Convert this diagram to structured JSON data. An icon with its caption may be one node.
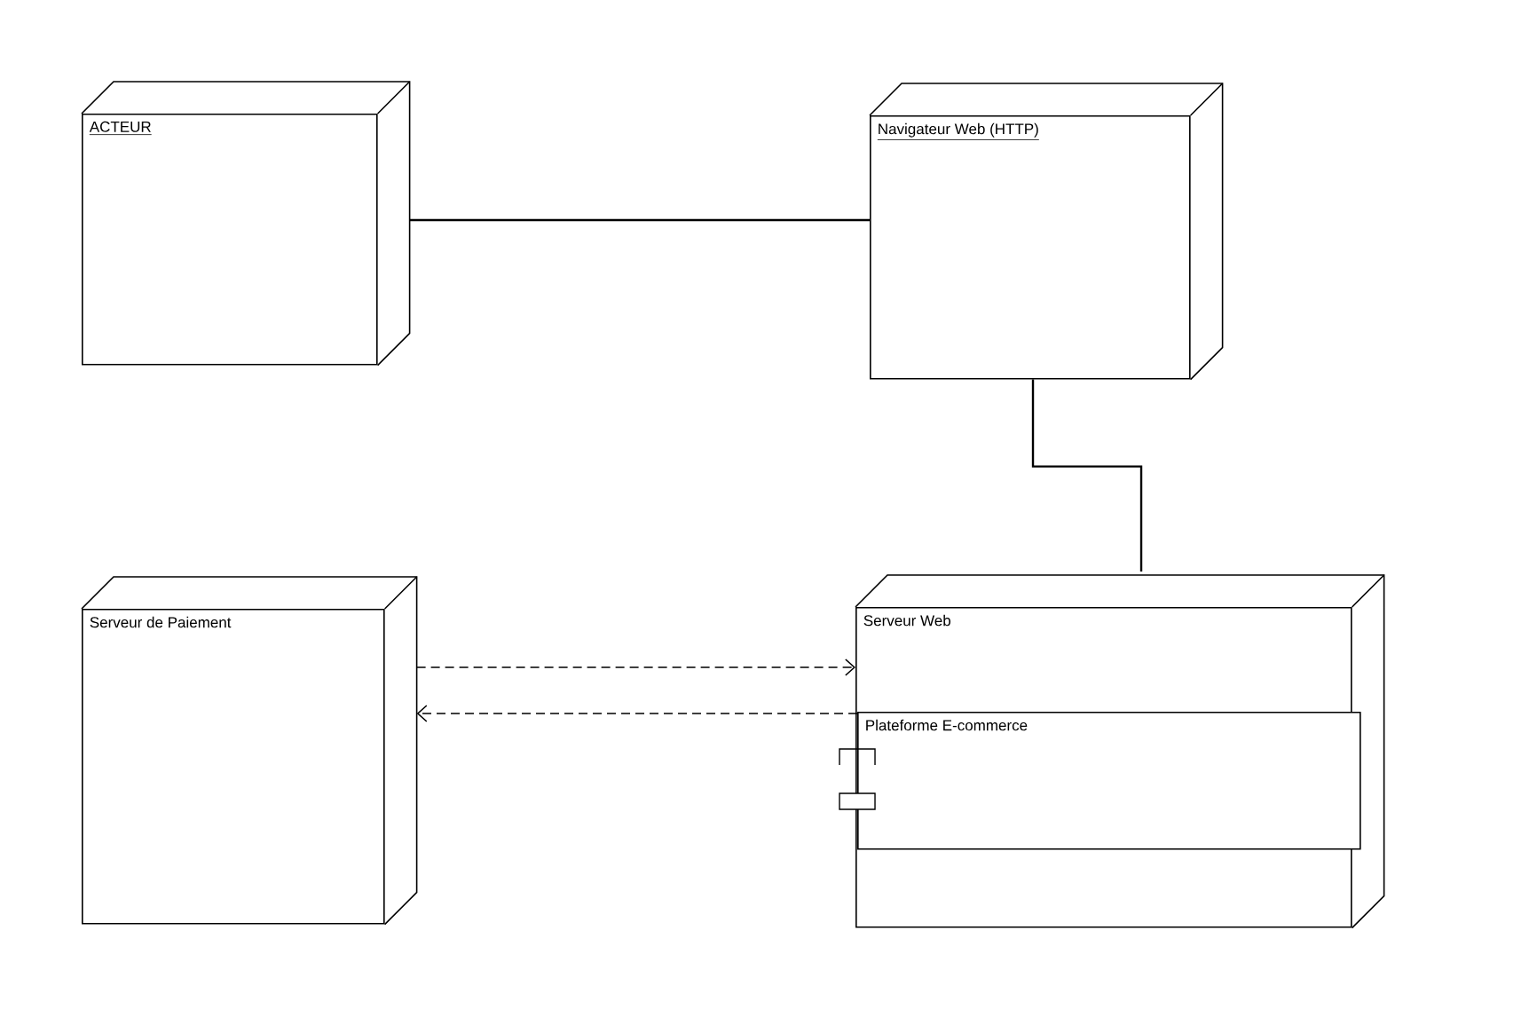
{
  "diagram": {
    "nodes": [
      {
        "text": [
          "ACTEUR"
        ]
      },
      {
        "text": [
          "Navigateur Web (HTTP)"
        ]
      },
      {
        "text": [
          "Serveur de Paiement"
        ]
      },
      {
        "text": [
          "Serveur Web"
        ]
      },
      {
        "text": [
          "Plateforme E-commerce"
        ],
        "in": 3
      }
    ],
    "edges": [
      {
        "from": 0,
        "to": 1,
        "arrow": "none"
      },
      {
        "from": 1,
        "to": 3,
        "arrow": "none"
      },
      {
        "from": 2,
        "to": 3,
        "arrow": "to",
        "style": "dashed"
      },
      {
        "from": 4,
        "to": 2,
        "arrow": "to",
        "style": "dashed"
      }
    ]
  }
}
